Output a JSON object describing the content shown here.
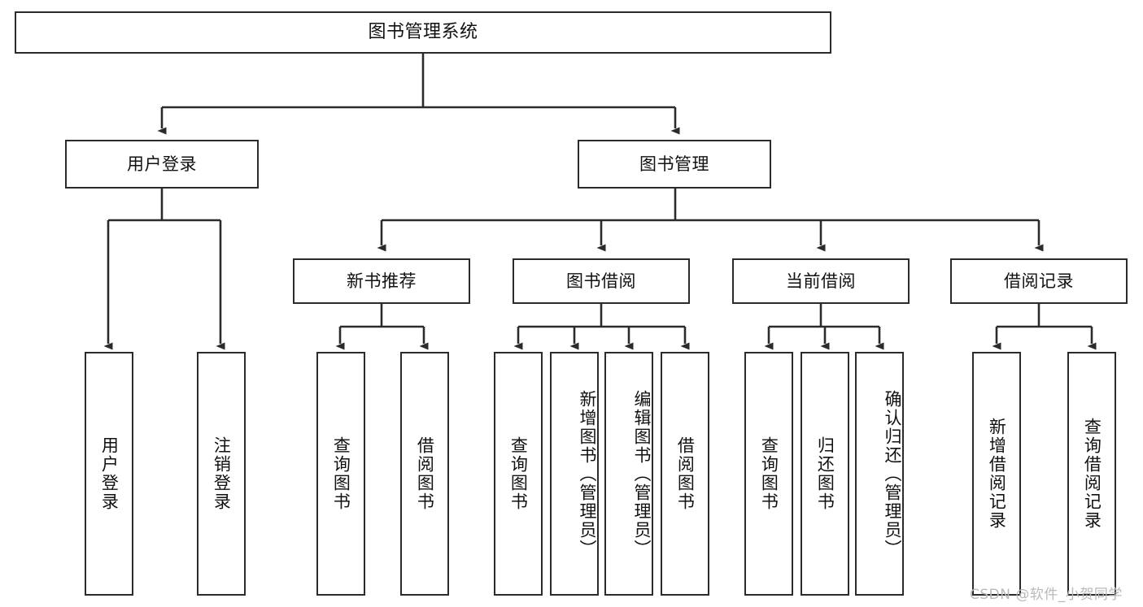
{
  "diagram": {
    "title": "图书管理系统",
    "type": "hierarchy-tree",
    "colors": {
      "stroke": "#2b2b2b",
      "fill": "#ffffff",
      "text": "#111111",
      "watermark": "#b9b9b9"
    },
    "root": {
      "label": "图书管理系统"
    },
    "level1": [
      {
        "id": "user-login",
        "label": "用户登录"
      },
      {
        "id": "book-management",
        "label": "图书管理"
      }
    ],
    "level2": [
      {
        "id": "new-book-recommend",
        "label": "新书推荐",
        "parent": "book-management"
      },
      {
        "id": "book-borrow",
        "label": "图书借阅",
        "parent": "book-management"
      },
      {
        "id": "current-borrow",
        "label": "当前借阅",
        "parent": "book-management"
      },
      {
        "id": "borrow-record",
        "label": "借阅记录",
        "parent": "book-management"
      }
    ],
    "leaves": {
      "user_login": [
        {
          "id": "leaf-user-login",
          "label": "用户登录"
        },
        {
          "id": "leaf-user-logout",
          "label": "注销登录"
        }
      ],
      "new_book_recommend": [
        {
          "id": "leaf-query-book-1",
          "label": "查询图书"
        },
        {
          "id": "leaf-borrow-book-1",
          "label": "借阅图书"
        }
      ],
      "book_borrow": [
        {
          "id": "leaf-query-book-2",
          "label": "查询图书"
        },
        {
          "id": "leaf-add-book",
          "label": "新增图书（管理员）"
        },
        {
          "id": "leaf-edit-book",
          "label": "编辑图书（管理员）"
        },
        {
          "id": "leaf-borrow-book-2",
          "label": "借阅图书"
        }
      ],
      "current_borrow": [
        {
          "id": "leaf-query-book-3",
          "label": "查询图书"
        },
        {
          "id": "leaf-return-book",
          "label": "归还图书"
        },
        {
          "id": "leaf-confirm-return",
          "label": "确认归还（管理员）"
        }
      ],
      "borrow_record": [
        {
          "id": "leaf-add-record",
          "label": "新增借阅记录"
        },
        {
          "id": "leaf-query-record",
          "label": "查询借阅记录"
        }
      ]
    }
  },
  "watermark": {
    "text": "CSDN @软件_小贺同学"
  }
}
